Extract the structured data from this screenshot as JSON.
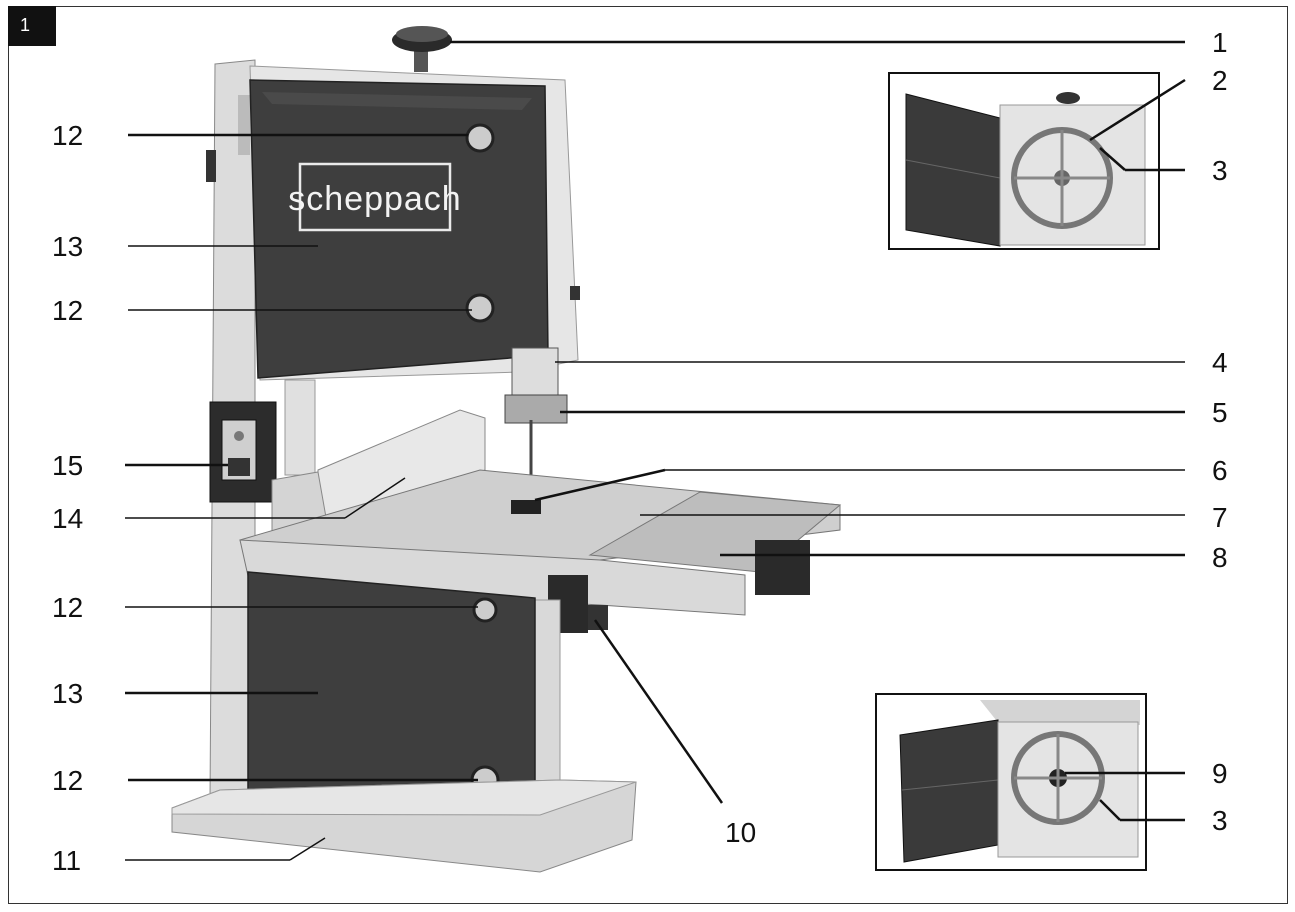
{
  "figure": {
    "number": "1"
  },
  "brand": {
    "logo": "scheppach"
  },
  "callouts": {
    "n1": "1",
    "n2": "2",
    "n3a": "3",
    "n4": "4",
    "n5": "5",
    "n6": "6",
    "n7": "7",
    "n8": "8",
    "n9": "9",
    "n3b": "3",
    "n10": "10",
    "n11": "11",
    "n12a": "12",
    "n13a": "13",
    "n12b": "12",
    "n15": "15",
    "n14": "14",
    "n12c": "12",
    "n13b": "13",
    "n12d": "12"
  },
  "colors": {
    "cover": "#3e3e3e",
    "frame": "#d6d6d6",
    "table": "#c9c9c9",
    "line": "#111111"
  }
}
